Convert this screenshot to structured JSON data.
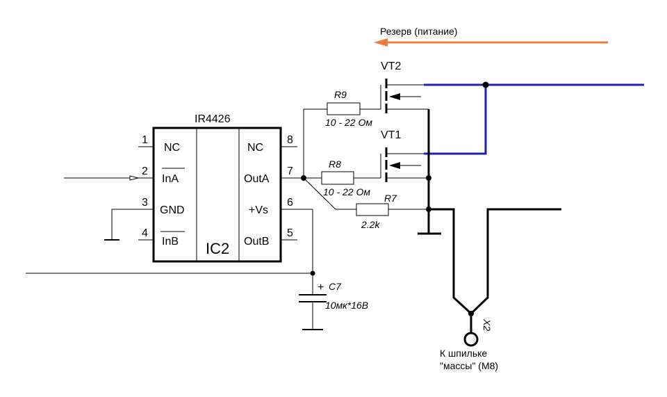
{
  "colors": {
    "wire": "#000000",
    "bus": "#1f1fb4",
    "arrow": "#f07a3c"
  },
  "reserve_label": "Резерв (питание)",
  "ic": {
    "part": "IR4426",
    "designator": "IC2",
    "pins": [
      {
        "num": "1",
        "name": "NC"
      },
      {
        "num": "2",
        "name": "InA"
      },
      {
        "num": "3",
        "name": "GND"
      },
      {
        "num": "4",
        "name": "InB"
      },
      {
        "num": "8",
        "name": "NC"
      },
      {
        "num": "7",
        "name": "OutA"
      },
      {
        "num": "6",
        "name": "+Vs"
      },
      {
        "num": "5",
        "name": "OutB"
      }
    ]
  },
  "resistors": {
    "r9": {
      "ref": "R9",
      "value": "10 - 22 Ом"
    },
    "r8": {
      "ref": "R8",
      "value": "10 - 22 Ом"
    },
    "r7": {
      "ref": "R7",
      "value": "2.2k"
    }
  },
  "transistors": {
    "vt2": "VT2",
    "vt1": "VT1"
  },
  "capacitor": {
    "ref": "C7",
    "value": "10мк*16В",
    "polarity": "+"
  },
  "connector": {
    "ref": "X2",
    "label_line1": "К шпильке",
    "label_line2": "\"массы\"  (М8)"
  }
}
